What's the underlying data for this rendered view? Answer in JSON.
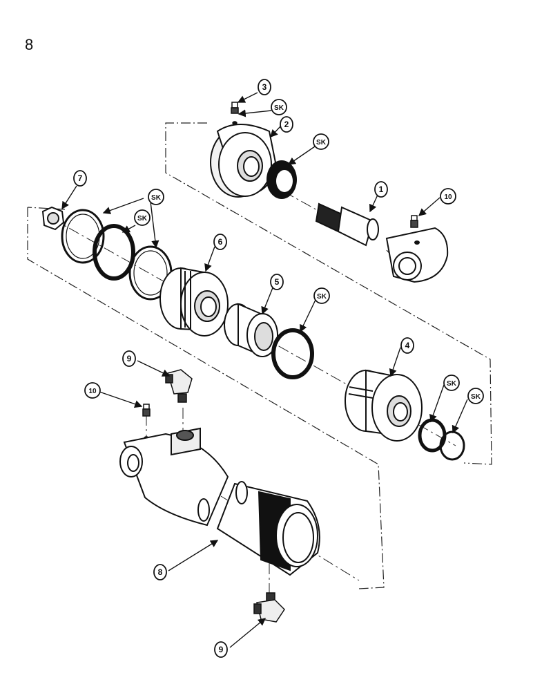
{
  "page_number": "8",
  "callouts": [
    {
      "id": "c3",
      "label": "3"
    },
    {
      "id": "c-sk-top",
      "label": "SK"
    },
    {
      "id": "c2",
      "label": "2"
    },
    {
      "id": "c-sk-seal",
      "label": "SK"
    },
    {
      "id": "c1",
      "label": "1"
    },
    {
      "id": "c10-top",
      "label": "10"
    },
    {
      "id": "c7",
      "label": "7"
    },
    {
      "id": "c-sk-rings",
      "label": "SK"
    },
    {
      "id": "c-sk-oring",
      "label": "SK"
    },
    {
      "id": "c6",
      "label": "6"
    },
    {
      "id": "c5",
      "label": "5"
    },
    {
      "id": "c-sk-mid",
      "label": "SK"
    },
    {
      "id": "c4",
      "label": "4"
    },
    {
      "id": "c-sk-r1",
      "label": "SK"
    },
    {
      "id": "c-sk-r2",
      "label": "SK"
    },
    {
      "id": "c9-top",
      "label": "9"
    },
    {
      "id": "c10-bot",
      "label": "10"
    },
    {
      "id": "c8",
      "label": "8"
    },
    {
      "id": "c9-bot",
      "label": "9"
    }
  ]
}
